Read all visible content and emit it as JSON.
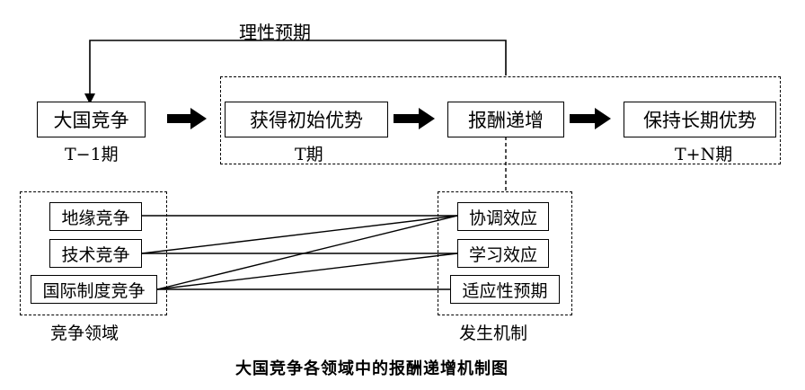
{
  "diagram": {
    "feedback_label": "理性预期",
    "nodes": {
      "great_power_competition": "大国竞争",
      "gain_initial_advantage": "获得初始优势",
      "increasing_returns": "报酬递增",
      "maintain_long_term_advantage": "保持长期优势"
    },
    "period_labels": {
      "t_minus_1": "T−1期",
      "t": "T期",
      "t_plus_n": "T+N期"
    },
    "competition_domains": {
      "title": "竞争领域",
      "items": [
        "地缘竞争",
        "技术竞争",
        "国际制度竞争"
      ]
    },
    "mechanisms": {
      "title": "发生机制",
      "items": [
        "协调效应",
        "学习效应",
        "适应性预期"
      ]
    },
    "caption": "大国竞争各领域中的报酬递增机制图"
  }
}
